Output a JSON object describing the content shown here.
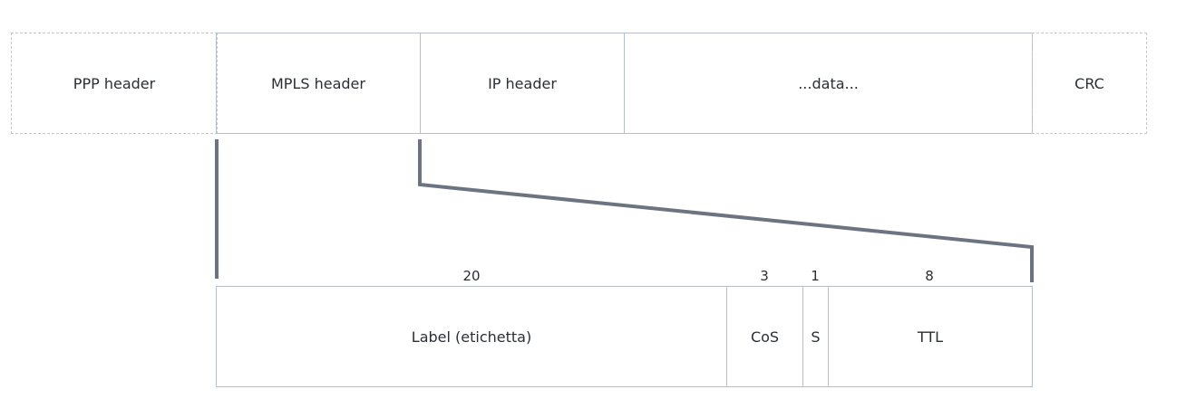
{
  "frame": {
    "ppp_header": "PPP header",
    "mpls_header": "MPLS header",
    "ip_header": "IP header",
    "data": "...data...",
    "crc": "CRC"
  },
  "mpls_fields": [
    {
      "name": "Label (etichetta)",
      "bits": "20"
    },
    {
      "name": "CoS",
      "bits": "3"
    },
    {
      "name": "S",
      "bits": "1"
    },
    {
      "name": "TTL",
      "bits": "8"
    }
  ],
  "colors": {
    "connector": "#6b7480",
    "cell_border": "#b7bfc9",
    "dashed_border": "#c6c6c6",
    "text": "#2a2f36"
  }
}
